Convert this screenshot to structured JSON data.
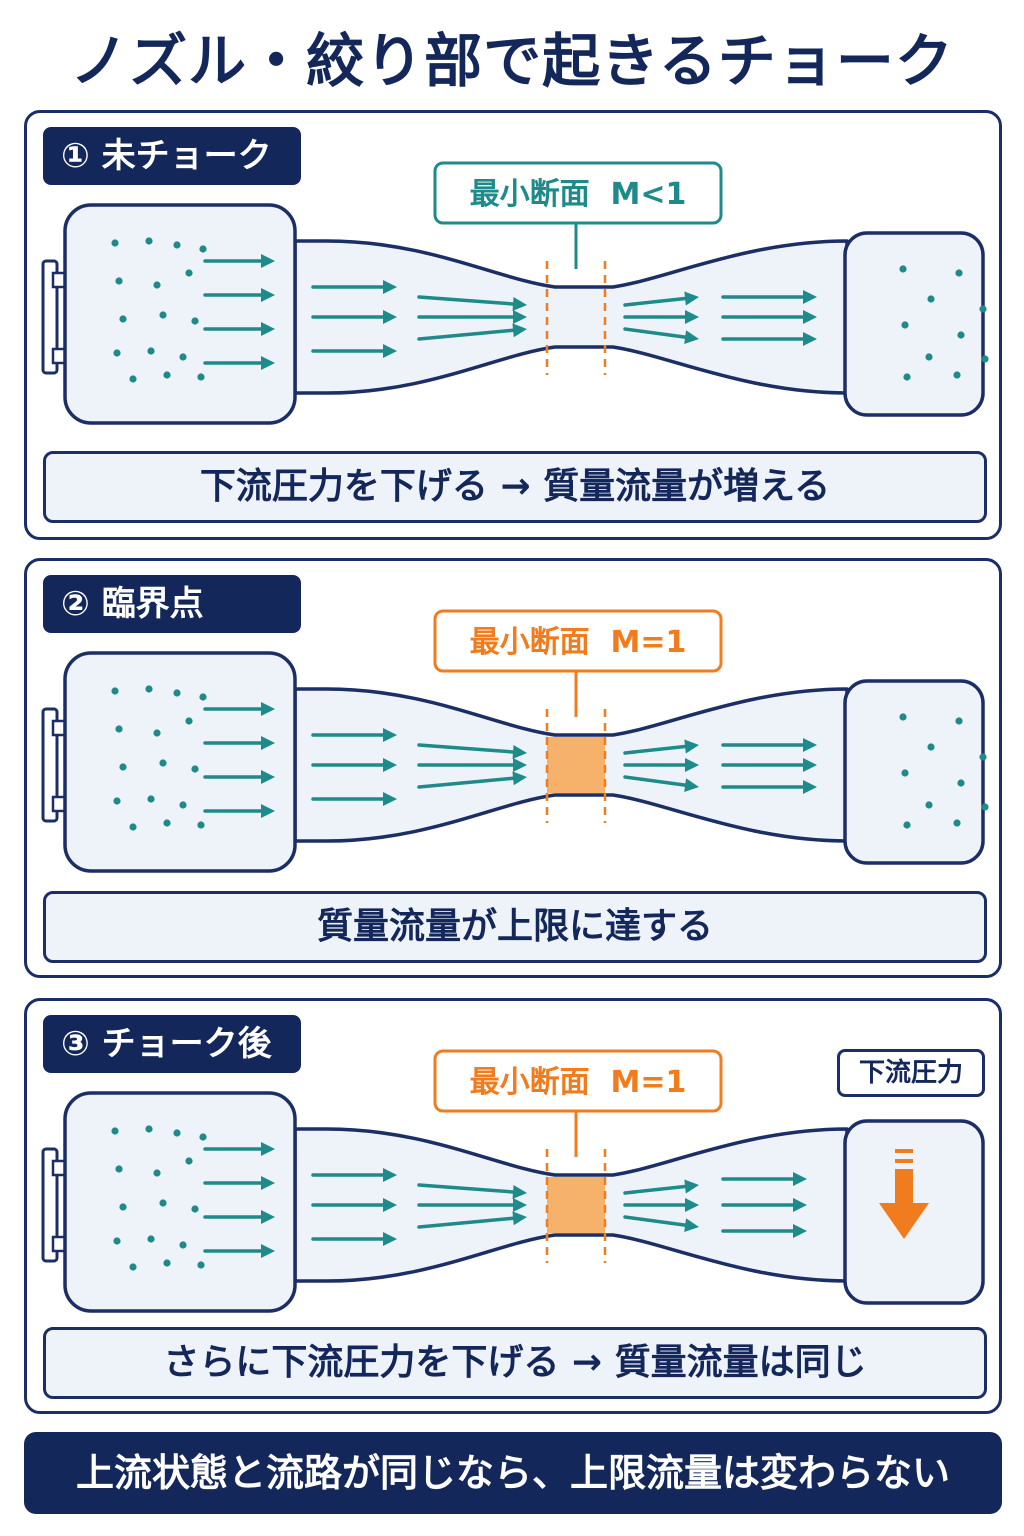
{
  "title": "ノズル・絞り部で起きるチョーク",
  "colors": {
    "navy": "#14275a",
    "teal": "#1f8a8a",
    "orange": "#f07c1e",
    "throat_fill": "#f6b26b",
    "panel_bg": "#eef3fa"
  },
  "panels": [
    {
      "heading": "① 未チョーク",
      "throat_label": "最小断面  M<1",
      "throat_state": "subsonic",
      "caption": "下流圧力を下げる → 質量流量が増える"
    },
    {
      "heading": "② 臨界点",
      "throat_label": "最小断面  M=1",
      "throat_state": "sonic",
      "caption": "質量流量が上限に達する"
    },
    {
      "heading": "③ チョーク後",
      "throat_label": "最小断面  M=1",
      "throat_state": "sonic",
      "downstream_label": "下流圧力",
      "downstream_icon": "down-arrow-icon",
      "caption": "さらに下流圧力を下げる → 質量流量は同じ"
    }
  ],
  "footer": "上流状態と流路が同じなら、上限流量は変わらない"
}
